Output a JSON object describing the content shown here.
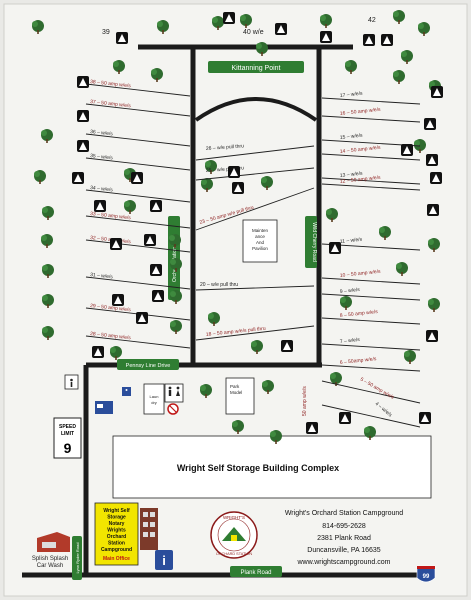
{
  "colors": {
    "paper": "#f4f4f1",
    "road": "#1b1b1b",
    "sign_green": "#2f7d32",
    "site_black": "#222222",
    "site_red": "#8b1a1a",
    "tree": "#2f6b2f",
    "highlight_yellow": "#f2e500",
    "route_shield": "#2a4d9b"
  },
  "roads": {
    "top": "Kittanning Point",
    "middle": "Pennsy Line Drive",
    "left_vertical": "Orchard Station Drive",
    "right_vertical": "Wild Cherry Road",
    "bottom": "Plank Road",
    "left_street": "Lynn Ryder Road"
  },
  "top_sites": [
    "39",
    "40 w/e",
    "42"
  ],
  "left_sites": [
    {
      "label": "38 – 50 amp w/e/s",
      "color": "red"
    },
    {
      "label": "37 – 50 amp w/e/s",
      "color": "red"
    },
    {
      "label": "36 – w/e/s",
      "color": "black"
    },
    {
      "label": "35 – w/e/s",
      "color": "black"
    },
    {
      "label": "34 – w/e/s",
      "color": "black"
    },
    {
      "label": "33 – 50 amp w/e/s",
      "color": "red"
    },
    {
      "label": "32 – 50 amp w/e/s",
      "color": "red"
    },
    {
      "label": "31 – w/e/s",
      "color": "black"
    },
    {
      "label": "29 – 50 amp w/e/s",
      "color": "red"
    },
    {
      "label": "28 – 50 amp w/e/s",
      "color": "red"
    }
  ],
  "right_sites": [
    {
      "label": "17 – w/e/s",
      "color": "black"
    },
    {
      "label": "16 – 50 amp w/e/s",
      "color": "red"
    },
    {
      "label": "15 – w/e/s",
      "color": "black"
    },
    {
      "label": "14 – 50 amp w/e/s",
      "color": "red"
    },
    {
      "label": "13 – w/e/s",
      "color": "black"
    },
    {
      "label": "12 – 50 amp w/e/s",
      "color": "red"
    },
    {
      "label": "11 – w/e/s",
      "color": "black"
    },
    {
      "label": "10 – 50 amp w/e/s",
      "color": "red"
    },
    {
      "label": "9 – w/e/s",
      "color": "black"
    },
    {
      "label": "8 – 50 amp w/e/s",
      "color": "red"
    },
    {
      "label": "7 – w/e/s",
      "color": "black"
    },
    {
      "label": "6 – 50amp w/e/s",
      "color": "red"
    },
    {
      "label": "5 – 50 amp w/e/s",
      "color": "red"
    },
    {
      "label": "4 – w/e/s",
      "color": "black"
    },
    {
      "label": "50 amp w/e/s",
      "color": "red"
    }
  ],
  "center_sites": [
    {
      "label": "26 – w/e pull thru",
      "color": "black"
    },
    {
      "label": "25 – w/e pull thru",
      "color": "black"
    },
    {
      "label": "23 – 50 amp w/e pull thru",
      "color": "red"
    },
    {
      "label": "20 – w/e pull thru",
      "color": "black"
    },
    {
      "label": "18 – 50 amp w/e/s pull thru",
      "color": "red"
    }
  ],
  "maintenance_building": {
    "line1": "Mainten",
    "line2": "ance",
    "line3": "And",
    "line4": "Pavilion"
  },
  "buildings": {
    "laundry": {
      "line1": "Laun",
      "line2": "dry"
    },
    "park_model": {
      "line1": "Park",
      "line2": "Model"
    },
    "storage_complex": "Wright Self Storage Building Complex"
  },
  "speed_sign": {
    "line1": "SPEED",
    "line2": "LIMIT",
    "value": "9"
  },
  "car_wash": {
    "line1": "Splish Splash",
    "line2": "Car Wash"
  },
  "office_legend": [
    "Wright Self",
    "Storage",
    "Notary",
    "Wrights",
    "Orchard",
    "Station",
    "Campground"
  ],
  "office_main": "Main Office",
  "logo": {
    "top": "WRIGHT'S",
    "bottom": "ORCHARD STATION"
  },
  "contact": {
    "name": "Wright's Orchard Station Campground",
    "phone": "814-695-2628",
    "address": "2381 Plank Road",
    "city": "Duncansville, PA 16635",
    "website": "www.wrightscampground.com"
  },
  "route_shield": "99"
}
